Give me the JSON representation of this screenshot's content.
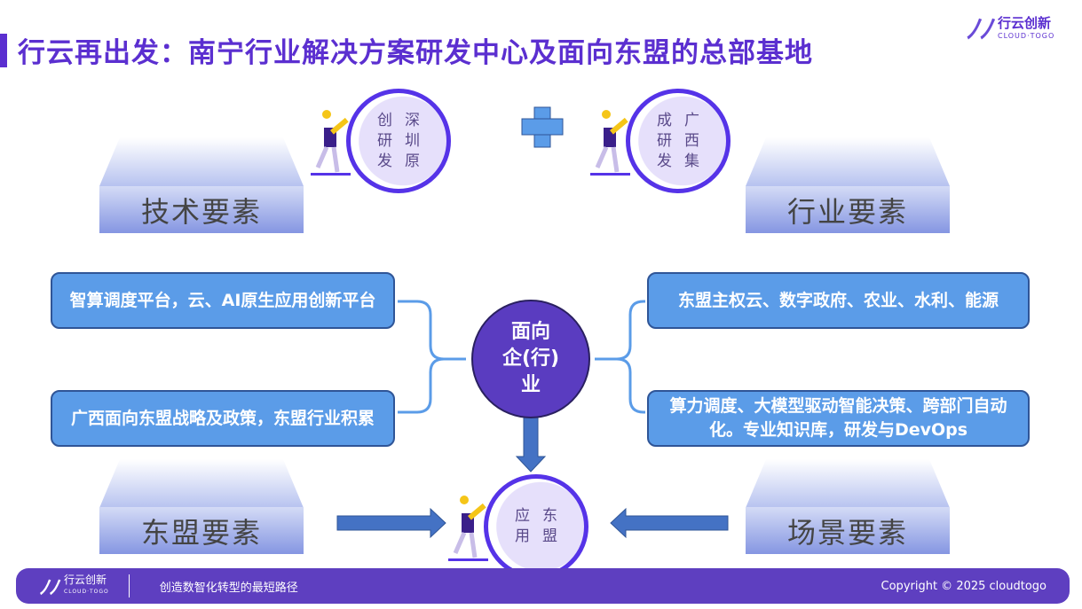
{
  "title": "行云再出发：南宁行业解决方案研发中心及面向东盟的总部基地",
  "logo": {
    "name": "行云创新",
    "sub": "CLOUD·TOGO"
  },
  "elements": {
    "tech": "技术要素",
    "industry": "行业要素",
    "asean": "东盟要素",
    "scene": "场景要素"
  },
  "circles": {
    "shenzhen": {
      "col1": [
        "深",
        "圳",
        "原"
      ],
      "col2": [
        "创",
        "研",
        "发"
      ]
    },
    "guangxi": {
      "col1": [
        "广",
        "西",
        "集"
      ],
      "col2": [
        "成",
        "研",
        "发"
      ]
    },
    "asean": {
      "col1": [
        "东",
        "盟"
      ],
      "col2": [
        "应",
        "用"
      ]
    }
  },
  "boxes": {
    "left_top": "智算调度平台，云、AI原生应用创新平台",
    "left_bottom": "广西面向东盟战略及政策，东盟行业积累",
    "right_top": "东盟主权云、数字政府、农业、水利、能源",
    "right_bottom": "算力调度、大模型驱动智能决策、跨部门自动化。专业知识库，研发与DevOps"
  },
  "center": [
    "面向",
    "企(行)",
    "业"
  ],
  "footer": {
    "logo": "行云创新",
    "logo_sub": "CLOUD·TOGO",
    "slogan": "创造数智化转型的最短路径",
    "copyright": "Copyright © 2025 cloudtogo"
  },
  "colors": {
    "accent": "#5b2fd0",
    "box": "#5b9ce8",
    "footer": "#5e3fc0"
  }
}
